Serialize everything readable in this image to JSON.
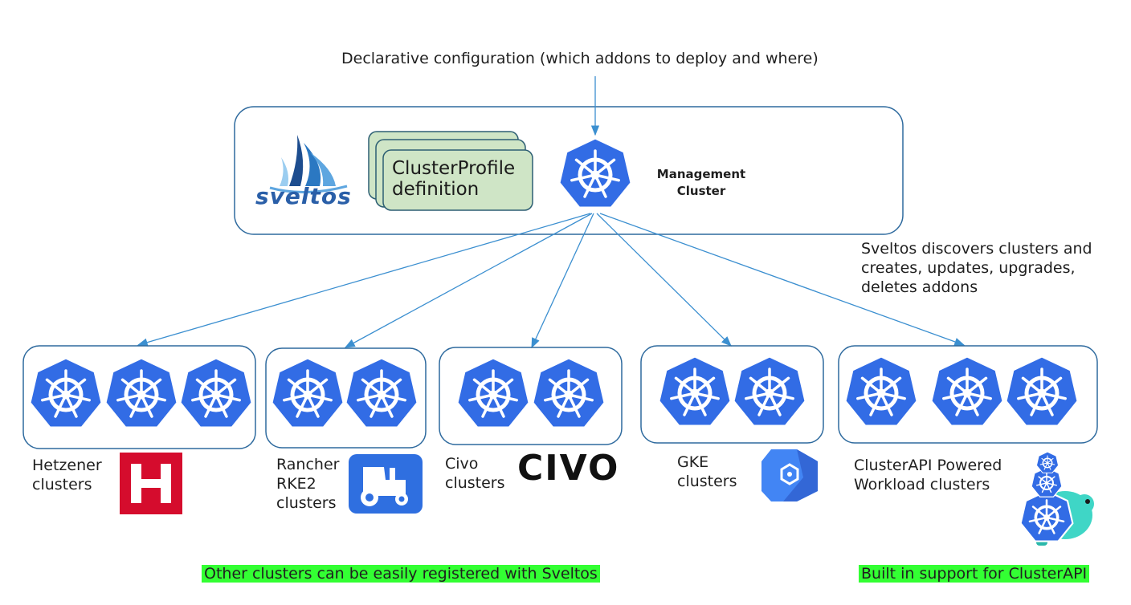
{
  "header": {
    "caption": "Declarative configuration (which addons to deploy and where)"
  },
  "management": {
    "logo_text": "sveltos",
    "profile_line1": "ClusterProfile",
    "profile_line2": "definition",
    "cluster_line1": "Management",
    "cluster_line2": "Cluster"
  },
  "discovery_note": {
    "line1": "Sveltos discovers clusters and",
    "line2": "creates, updates, upgrades,",
    "line3": "deletes addons"
  },
  "groups": [
    {
      "name": "hetzener",
      "label_lines": [
        "Hetzener",
        "clusters"
      ],
      "cluster_count": 3,
      "provider_icon": "hetzner-logo-icon",
      "provider_color": "#d50c2d"
    },
    {
      "name": "rancher",
      "label_lines": [
        "Rancher",
        "RKE2",
        "clusters"
      ],
      "cluster_count": 2,
      "provider_icon": "rancher-tractor-icon",
      "provider_color": "#2f6fe0"
    },
    {
      "name": "civo",
      "label_lines": [
        "Civo",
        "clusters"
      ],
      "cluster_count": 2,
      "provider_icon": "civo-logo-icon",
      "provider_color": "#111111",
      "logo_text": "CIVO"
    },
    {
      "name": "gke",
      "label_lines": [
        "GKE",
        "clusters"
      ],
      "cluster_count": 2,
      "provider_icon": "gke-logo-icon",
      "provider_color": "#4285f4"
    },
    {
      "name": "clusterapi",
      "label_lines": [
        "ClusterAPI Powered",
        "Workload clusters"
      ],
      "cluster_count": 3,
      "provider_icon": "clusterapi-turtle-icon",
      "provider_color": "#3fd6c6"
    }
  ],
  "footer": {
    "left_note": "Other clusters can be easily registered with Sveltos",
    "right_note": "Built in support for ClusterAPI"
  },
  "colors": {
    "k8s_blue": "#326ce5",
    "box_border": "#2e6a9e",
    "arrow": "#3b8fd0",
    "profile_fill": "#cfe5c6",
    "profile_border": "#2d5f73",
    "highlight": "#33ff33"
  }
}
